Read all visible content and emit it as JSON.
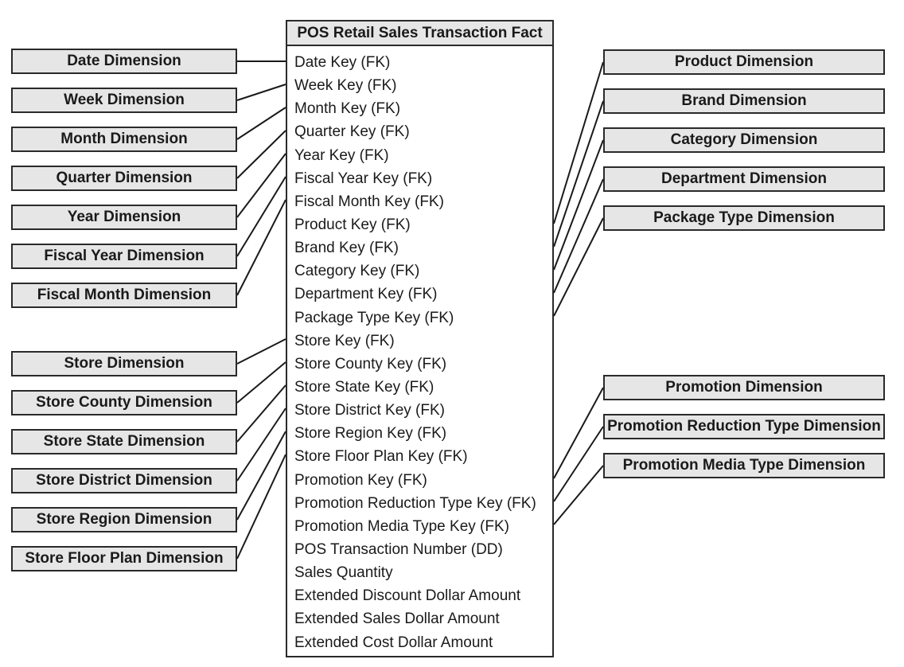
{
  "fact_table": {
    "title": "POS Retail Sales Transaction Fact",
    "rows": [
      "Date Key (FK)",
      "Week Key (FK)",
      "Month Key (FK)",
      "Quarter Key (FK)",
      "Year Key (FK)",
      "Fiscal Year Key (FK)",
      "Fiscal Month Key (FK)",
      "Product Key (FK)",
      "Brand Key (FK)",
      "Category Key (FK)",
      "Department Key (FK)",
      "Package Type Key (FK)",
      "Store Key (FK)",
      "Store County Key (FK)",
      "Store State Key (FK)",
      "Store District Key (FK)",
      "Store Region Key (FK)",
      "Store Floor Plan Key (FK)",
      "Promotion Key (FK)",
      "Promotion Reduction Type Key (FK)",
      "Promotion Media Type Key (FK)",
      "POS Transaction Number (DD)",
      "Sales Quantity",
      "Extended Discount Dollar Amount",
      "Extended Sales Dollar Amount",
      "Extended Cost Dollar Amount"
    ]
  },
  "left_dimensions": [
    "Date Dimension",
    "Week Dimension",
    "Month Dimension",
    "Quarter Dimension",
    "Year Dimension",
    "Fiscal Year Dimension",
    "Fiscal Month Dimension",
    "Store Dimension",
    "Store County Dimension",
    "Store State Dimension",
    "Store District Dimension",
    "Store Region Dimension",
    "Store Floor Plan Dimension"
  ],
  "right_dimensions": [
    "Product Dimension",
    "Brand Dimension",
    "Category Dimension",
    "Department Dimension",
    "Package Type Dimension",
    "Promotion Dimension",
    "Promotion Reduction Type Dimension",
    "Promotion Media Type Dimension"
  ],
  "colors": {
    "box_fill": "#e6e6e6",
    "border": "#2a2a2a"
  }
}
